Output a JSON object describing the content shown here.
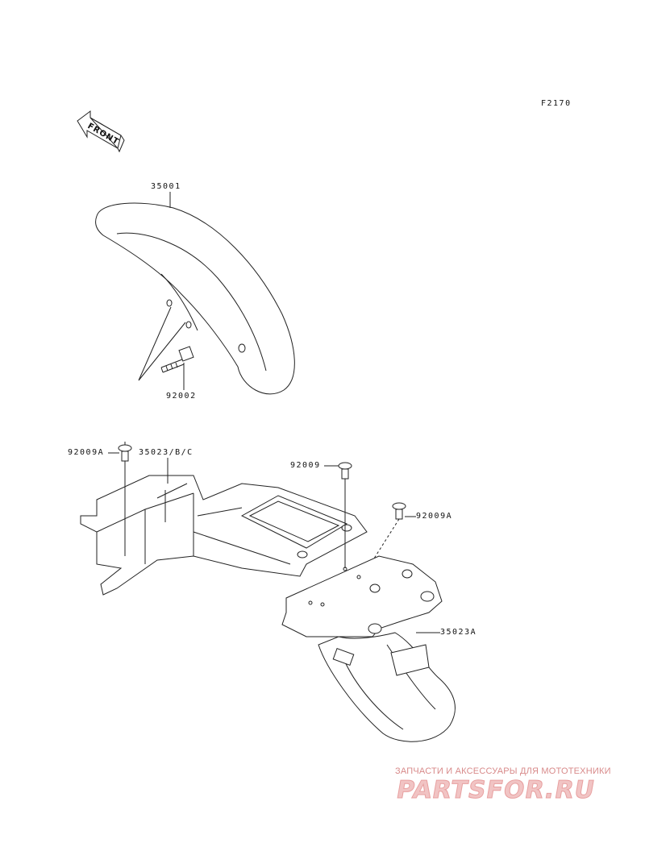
{
  "figure_code": "F2170",
  "front_arrow_label": "FRONT",
  "parts": {
    "front_fender": "35001",
    "front_fender_bolt": "92002",
    "rear_bolt_left": "92009A",
    "rear_fender_inner": "35023/B/C",
    "rear_bolt_center": "92009",
    "rear_bolt_right": "92009A",
    "rear_fender_rear": "35023A"
  },
  "watermark": {
    "subtitle": "ЗАПЧАСТИ И АКСЕССУАРЫ ДЛЯ МОТОТЕХНИКИ",
    "logo": "PARTSFOR.RU"
  }
}
